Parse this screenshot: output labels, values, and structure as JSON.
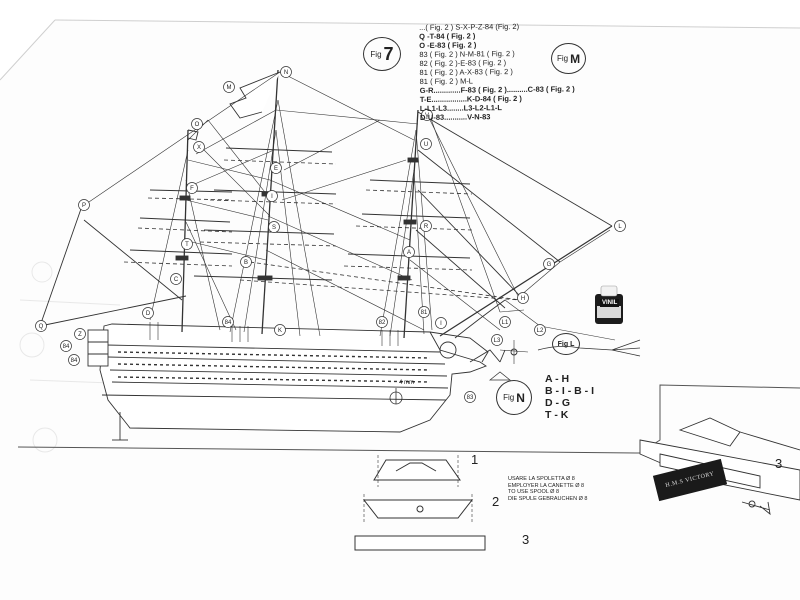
{
  "document": {
    "fig_7": {
      "prefix": "Fig",
      "number": "7"
    },
    "fig_m": {
      "prefix": "Fig",
      "letter": "M"
    },
    "fig_n": {
      "prefix": "Fig",
      "letter": "N"
    },
    "fig_l": {
      "label": "Fig L"
    },
    "rigging_list": [
      "...( Fig. 2 ) S-X-P-Z-84 (Fig. 2)",
      "Q -T-84 ( Fig. 2 )",
      "O -E-83 ( Fig. 2 )",
      "83  ( Fig. 2 )  N-M-81 ( Fig. 2 )",
      "82  ( Fig. 2 )-E-83 ( Fig. 2 )",
      "81  ( Fig. 2 ) A-X-83 ( Fig. 2 )",
      "81  ( Fig. 2 ) M-L",
      "G-R.............F-83 ( Fig. 2 )..........C-83 ( Fig. 2 )",
      "T-E.................K-D-84 ( Fig. 2 )",
      "L-L1-L3........L3-L2-L1-L",
      "D-U-83...........V-N-83"
    ],
    "combos": [
      "A - H",
      "B - I - B - I",
      "D - G",
      "T - K"
    ],
    "vinil_label": "VINIL",
    "spool_note": [
      "USARE LA SPOLETTA Ø 8",
      "EMPLOYER LA CANETTE Ø 8",
      "TO USE SPOOL Ø 8",
      "DIE SPULE GEBRAUCHEN Ø 8"
    ],
    "steps": [
      "1",
      "2",
      "3"
    ],
    "step_side": "3",
    "measure": "4 mm",
    "nameplate": "H.M.S VICTORY",
    "point_labels": {
      "N": "N",
      "M": "M",
      "O": "O",
      "X": "X",
      "F": "F",
      "E": "E",
      "I": "I",
      "S": "S",
      "B": "B",
      "C": "C",
      "P": "P",
      "Z": "Z",
      "V": "V",
      "T": "T",
      "R": "R",
      "A": "A",
      "G": "G",
      "H": "H",
      "L": "L",
      "L1": "L1",
      "L2": "L2",
      "L3": "L3",
      "K": "K",
      "D": "D",
      "84": "84",
      "83": "83",
      "82": "82",
      "81": "81",
      "U": "U",
      "Q": "Q"
    },
    "colors": {
      "paper": "#fdfdfd",
      "ink": "#222222",
      "sheet_shadow": "#e9e9e9"
    }
  }
}
